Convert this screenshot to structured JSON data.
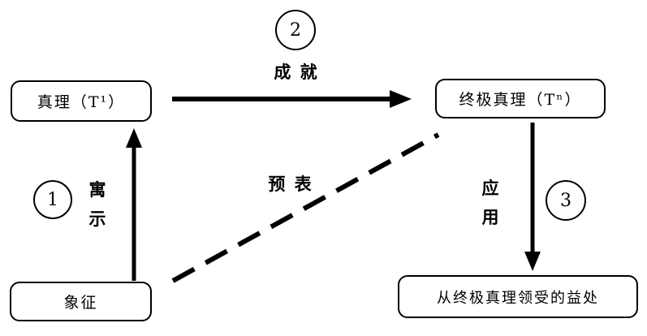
{
  "diagram": {
    "background_color": "#ffffff",
    "ink_color": "#000000",
    "nodes": {
      "truth": "真理（T¹）",
      "ultimate_truth": "终极真理（Tⁿ）",
      "symbol": "象征",
      "benefits": "从终极真理领受的益处"
    },
    "badges": {
      "one": "1",
      "two": "2",
      "three": "3"
    },
    "labels": {
      "allegory": "寓\n示",
      "fulfillment": "成 就",
      "typology": "预 表",
      "application": "应\n用"
    }
  }
}
